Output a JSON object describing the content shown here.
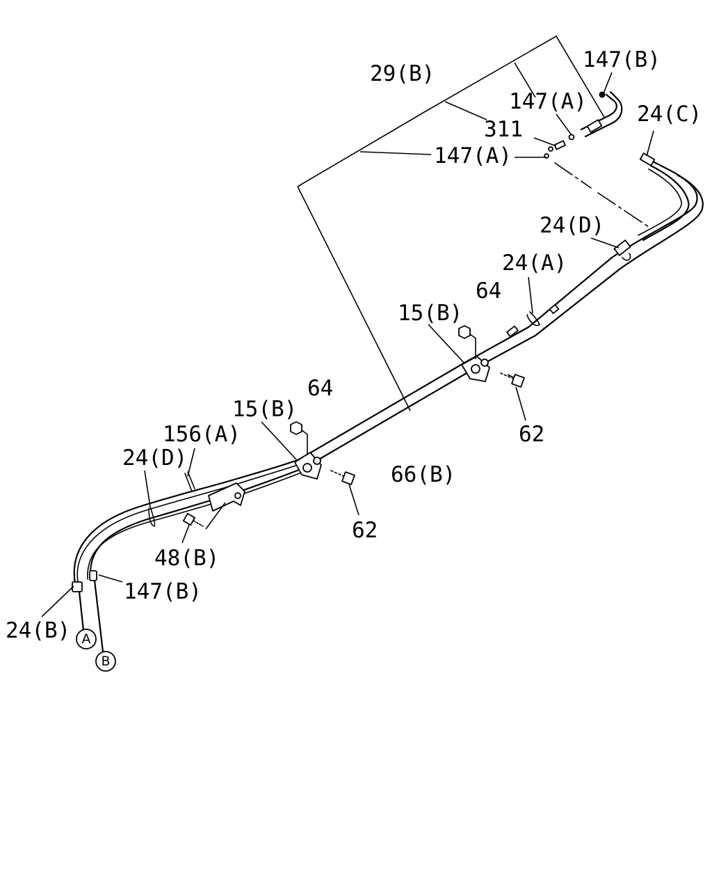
{
  "callouts": {
    "c_29B": "29(B)",
    "c_147B_top": "147(B)",
    "c_147A_top": "147(A)",
    "c_311": "311",
    "c_147A_mid": "147(A)",
    "c_24C": "24(C)",
    "c_24D_right": "24(D)",
    "c_24A": "24(A)",
    "c_64_right": "64",
    "c_15B_right": "15(B)",
    "c_62_right": "62",
    "c_64_left": "64",
    "c_15B_left": "15(B)",
    "c_156A": "156(A)",
    "c_24D_left": "24(D)",
    "c_66B": "66(B)",
    "c_62_left": "62",
    "c_48B": "48(B)",
    "c_147B_bottom": "147(B)",
    "c_24B": "24(B)"
  },
  "connectors": {
    "conn_A": "A",
    "conn_B": "B"
  }
}
